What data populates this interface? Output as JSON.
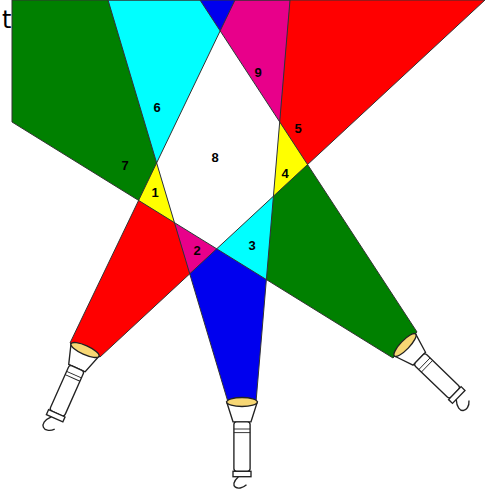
{
  "diagram": {
    "labels": [
      "t",
      "6",
      "9",
      "5",
      "7",
      "8",
      "1",
      "4",
      "2",
      "3"
    ]
  }
}
